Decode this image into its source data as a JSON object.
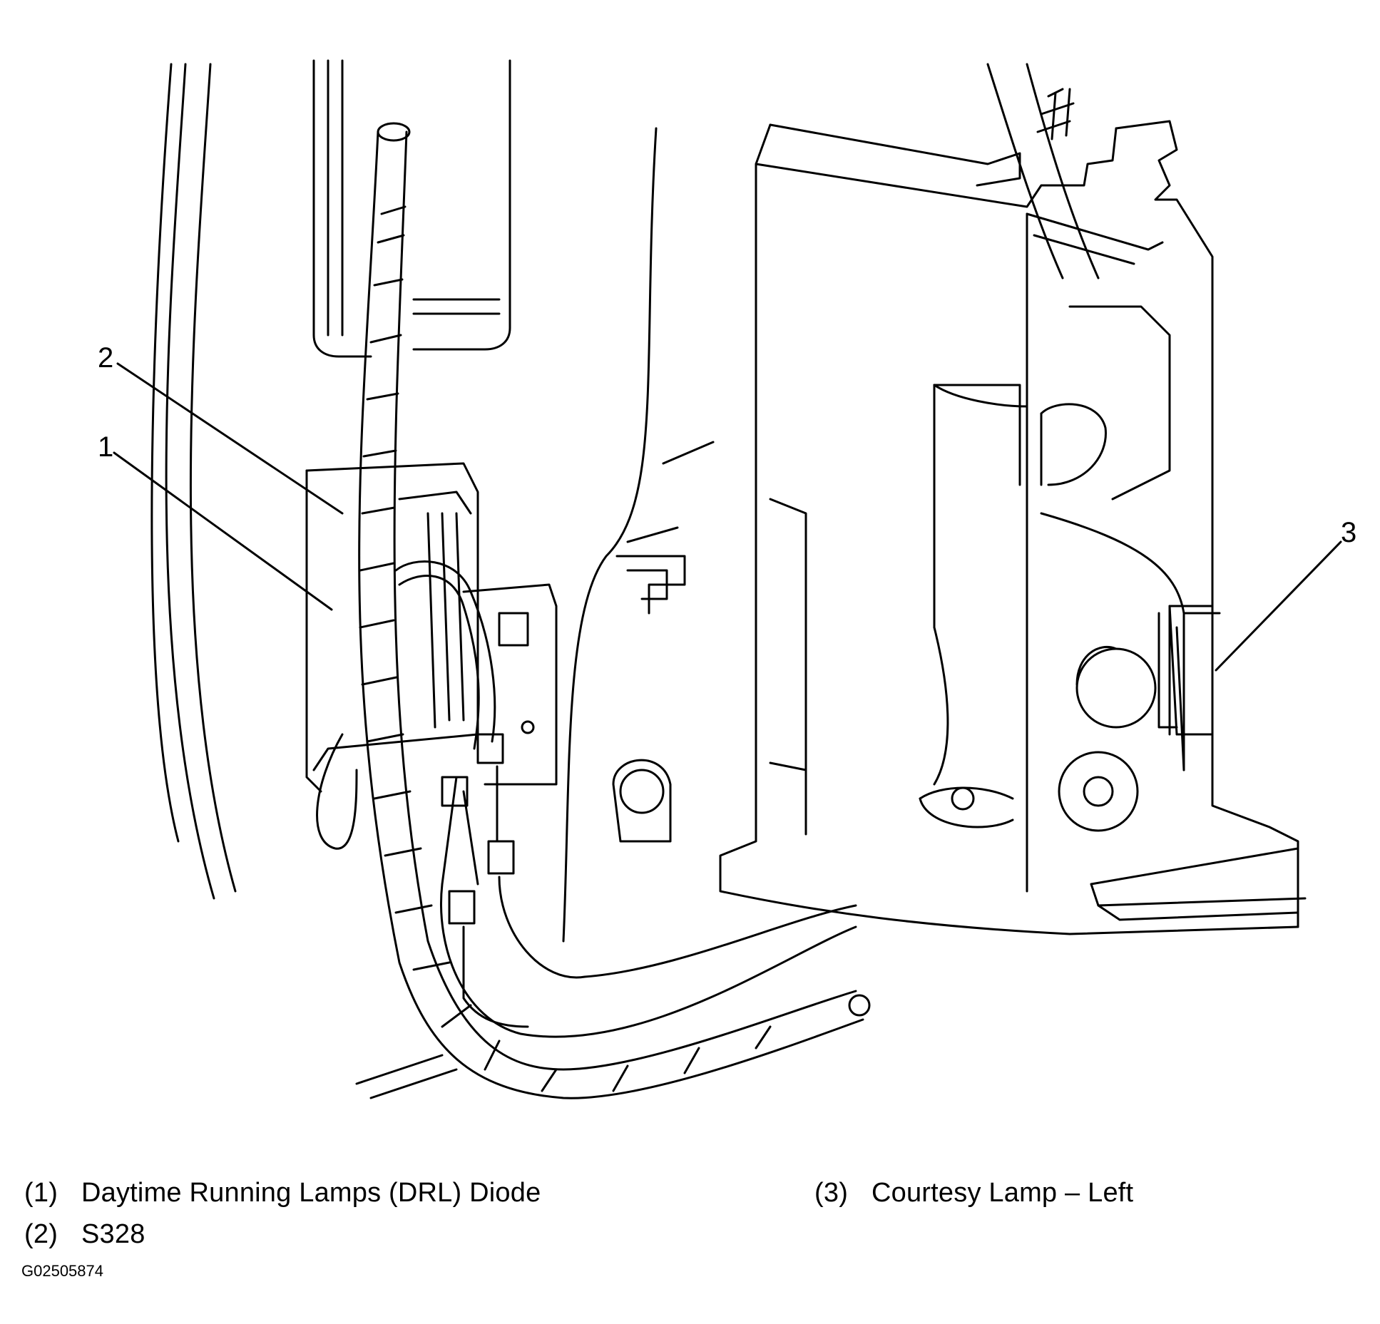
{
  "callouts": [
    {
      "number": "1",
      "text": "Daytime Running Lamps (DRL) Diode"
    },
    {
      "number": "2",
      "text": "S328"
    },
    {
      "number": "3",
      "text": "Courtesy Lamp – Left"
    }
  ],
  "legend": [
    {
      "num": "(1)",
      "text": "Daytime Running Lamps (DRL) Diode"
    },
    {
      "num": "(2)",
      "text": "S328"
    },
    {
      "num": "(3)",
      "text": "Courtesy Lamp – Left"
    }
  ],
  "figure_id": "G02505874"
}
